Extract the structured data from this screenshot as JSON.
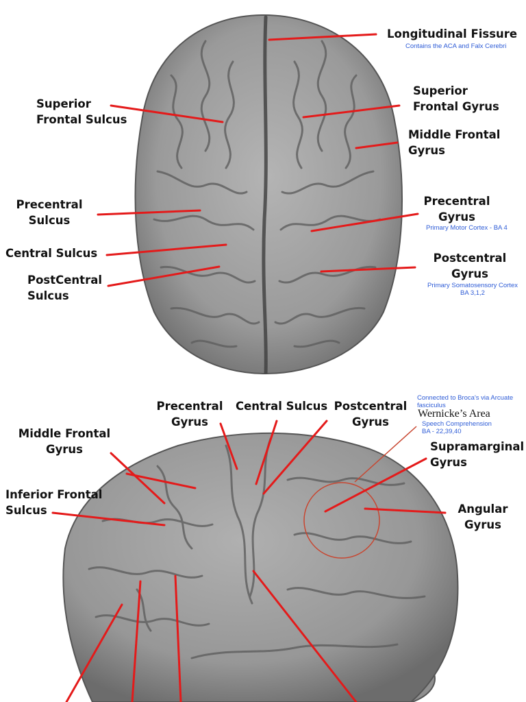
{
  "top_view": {
    "longitudinal_fissure": "Longitudinal Fissure",
    "longitudinal_fissure_note": "Contains the ACA and Falx Cerebri",
    "superior_frontal_sulcus": [
      "Superior",
      "Frontal Sulcus"
    ],
    "superior_frontal_gyrus": [
      "Superior",
      "Frontal Gyrus"
    ],
    "middle_frontal_gyrus": [
      "Middle Frontal",
      "Gyrus"
    ],
    "precentral_sulcus": [
      "Precentral",
      "Sulcus"
    ],
    "precentral_gyrus": [
      "Precentral",
      "Gyrus"
    ],
    "precentral_gyrus_note": "Primary Motor Cortex - BA 4",
    "central_sulcus": "Central Sulcus",
    "postcentral_sulcus": [
      "PostCentral",
      "Sulcus"
    ],
    "postcentral_gyrus": [
      "Postcentral",
      "Gyrus"
    ],
    "postcentral_gyrus_note": [
      "Primary Somatosensory Cortex",
      "BA 3,1,2"
    ]
  },
  "lateral_view": {
    "precentral_gyrus": [
      "Precentral",
      "Gyrus"
    ],
    "central_sulcus": "Central Sulcus",
    "postcentral_gyrus": [
      "Postcentral",
      "Gyrus"
    ],
    "wernicke_note_top": [
      "Connected to Broca's via Arcuate",
      "fasciculus"
    ],
    "wernicke_area": "Wernicke’s Area",
    "wernicke_note_bottom": [
      "Speech Comprehension",
      "BA - 22,39,40"
    ],
    "middle_frontal_gyrus": [
      "Middle Frontal",
      "Gyrus"
    ],
    "supramarginal_gyrus": [
      "Supramarginal",
      "Gyrus"
    ],
    "inferior_frontal_sulcus": [
      "Inferior Frontal",
      "Sulcus"
    ],
    "angular_gyrus": [
      "Angular",
      "Gyrus"
    ]
  },
  "colors": {
    "leader_line": "#e41a1a",
    "note_text": "#2d5bd6",
    "brain_tissue": "#9c9c9c"
  }
}
